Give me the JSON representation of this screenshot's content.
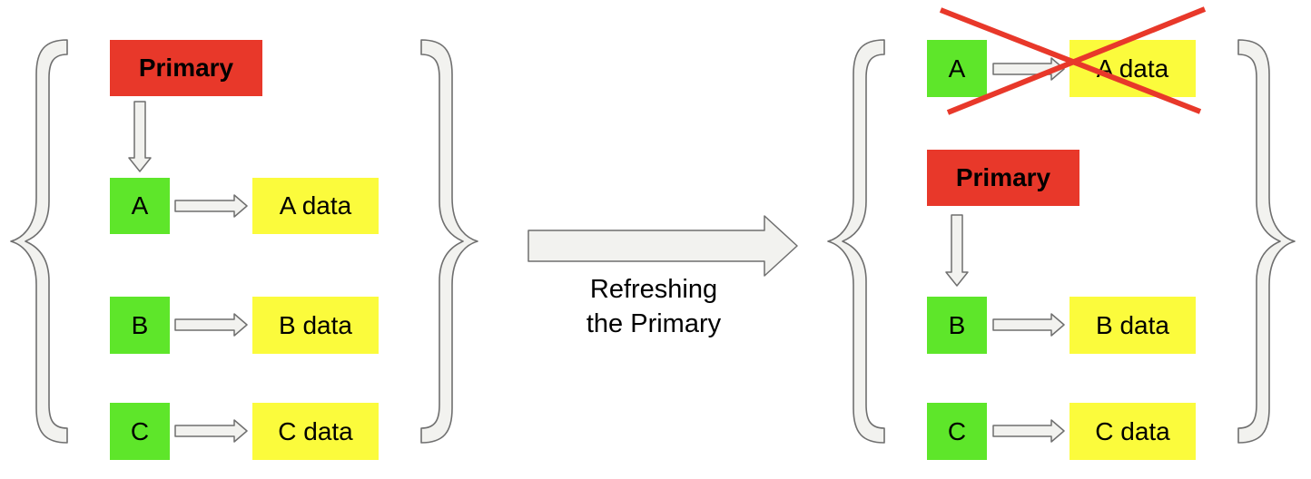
{
  "colors": {
    "primary": "#e8382a",
    "node": "#5ee62a",
    "data": "#fbfb3c",
    "arrow_fill": "#f2f2ef",
    "arrow_stroke": "#6f6f6f",
    "brace_fill": "#f2f2ef",
    "cross": "#e8382a"
  },
  "left_group": {
    "primary_label": "Primary",
    "rows": [
      {
        "node": "A",
        "data": "A data"
      },
      {
        "node": "B",
        "data": "B data"
      },
      {
        "node": "C",
        "data": "C data"
      }
    ]
  },
  "transition": {
    "line1": "Refreshing",
    "line2": "the Primary"
  },
  "right_group": {
    "removed": {
      "node": "A",
      "data": "A data"
    },
    "primary_label": "Primary",
    "rows": [
      {
        "node": "B",
        "data": "B data"
      },
      {
        "node": "C",
        "data": "C data"
      }
    ]
  }
}
